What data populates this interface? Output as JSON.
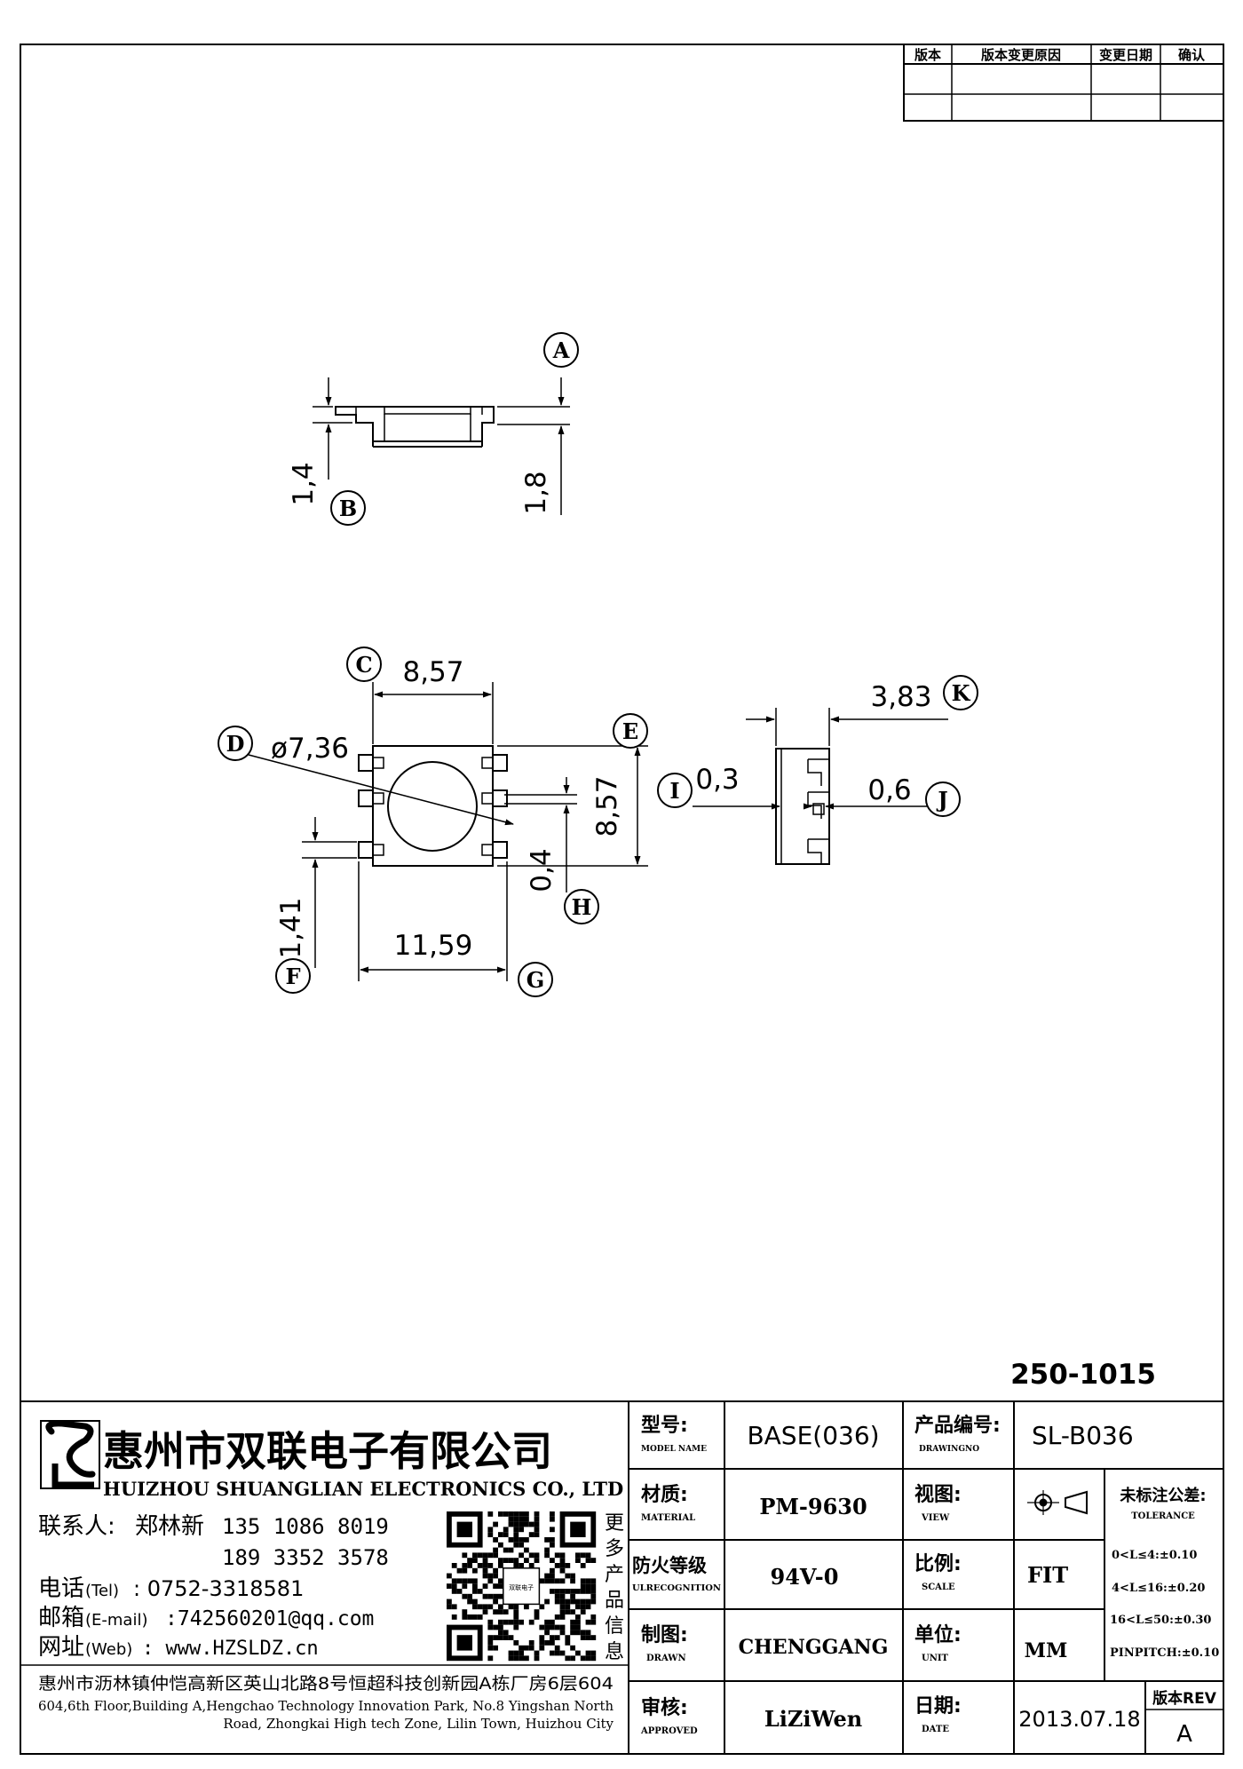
{
  "revision_table": {
    "headers": [
      "版本",
      "版本变更原因",
      "变更日期",
      "确认"
    ]
  },
  "dimensions": {
    "d14": "1,4",
    "d18": "1,8",
    "d857_top": "8,57",
    "d736": "ø7,36",
    "d857_side": "8,57",
    "d04": "0,4",
    "d141": "1,41",
    "d1159": "11,59",
    "d383": "3,83",
    "d03": "0,3",
    "d06": "0,6"
  },
  "callouts": {
    "A": "A",
    "B": "B",
    "C": "C",
    "D": "D",
    "E": "E",
    "F": "F",
    "G": "G",
    "H": "H",
    "I": "I",
    "J": "J",
    "K": "K"
  },
  "part_number": "250-1015",
  "company": {
    "name_cn": "惠州市双联电子有限公司",
    "name_en": "HUIZHOU SHUANGLIAN ELECTRONICS CO., LTD",
    "contact_label": "联系人:",
    "contact_name": "郑林新",
    "phone1": "135 1086 8019",
    "phone2": "189 3352 3578",
    "tel_label": "电话",
    "tel_label_en": "(Tel)",
    "tel": ": 0752-3318581",
    "email_label": "邮箱",
    "email_label_en": "(E-mail)",
    "email": ":742560201@qq.com",
    "web_label": "网址",
    "web_label_en": "(Web)",
    "web": ": www.HZSLDZ.cn",
    "addr_cn": "惠州市沥林镇仲恺高新区英山北路8号恒超科技创新园A栋厂房6层604",
    "addr_en_1": "604,6th Floor,Building A,Hengchao Technology Innovation Park, No.8 Yingshan North",
    "addr_en_2": "Road, Zhongkai High tech Zone, Lilin Town, Huizhou City",
    "qr_side_text": [
      "更",
      "多",
      "产",
      "品",
      "信",
      "息"
    ],
    "qr_center_label": "双联电子"
  },
  "title_block": {
    "model_label": "型号:",
    "model_label_en": "MODEL NAME",
    "model": "BASE(036)",
    "drawing_label": "产品编号:",
    "drawing_label_en": "DRAWINGNO",
    "drawing_no": "SL-B036",
    "material_label": "材质:",
    "material_label_en": "MATERIAL",
    "material": "PM-9630",
    "view_label": "视图:",
    "view_label_en": "VIEW",
    "flame_label": "防火等级",
    "flame_label_en": "ULRECOGNITION",
    "flame": "94V-0",
    "scale_label": "比例:",
    "scale_label_en": "SCALE",
    "scale": "FIT",
    "drawn_label": "制图:",
    "drawn_label_en": "DRAWN",
    "drawn": "CHENGGANG",
    "unit_label": "单位:",
    "unit_label_en": "UNIT",
    "unit": "MM",
    "approved_label": "审核:",
    "approved_label_en": "APPROVED",
    "approved": "LiZiWen",
    "date_label": "日期:",
    "date_label_en": "DATE",
    "date": "2013.07.18",
    "rev_label": "版本REV",
    "rev": "A",
    "tolerance_title": "未标注公差:",
    "tolerance_title_en": "TOLERANCE",
    "tol1": "0<L≤4:±0.10",
    "tol2": "4<L≤16:±0.20",
    "tol3": "16<L≤50:±0.30",
    "tol4": "PINPITCH:±0.10"
  }
}
